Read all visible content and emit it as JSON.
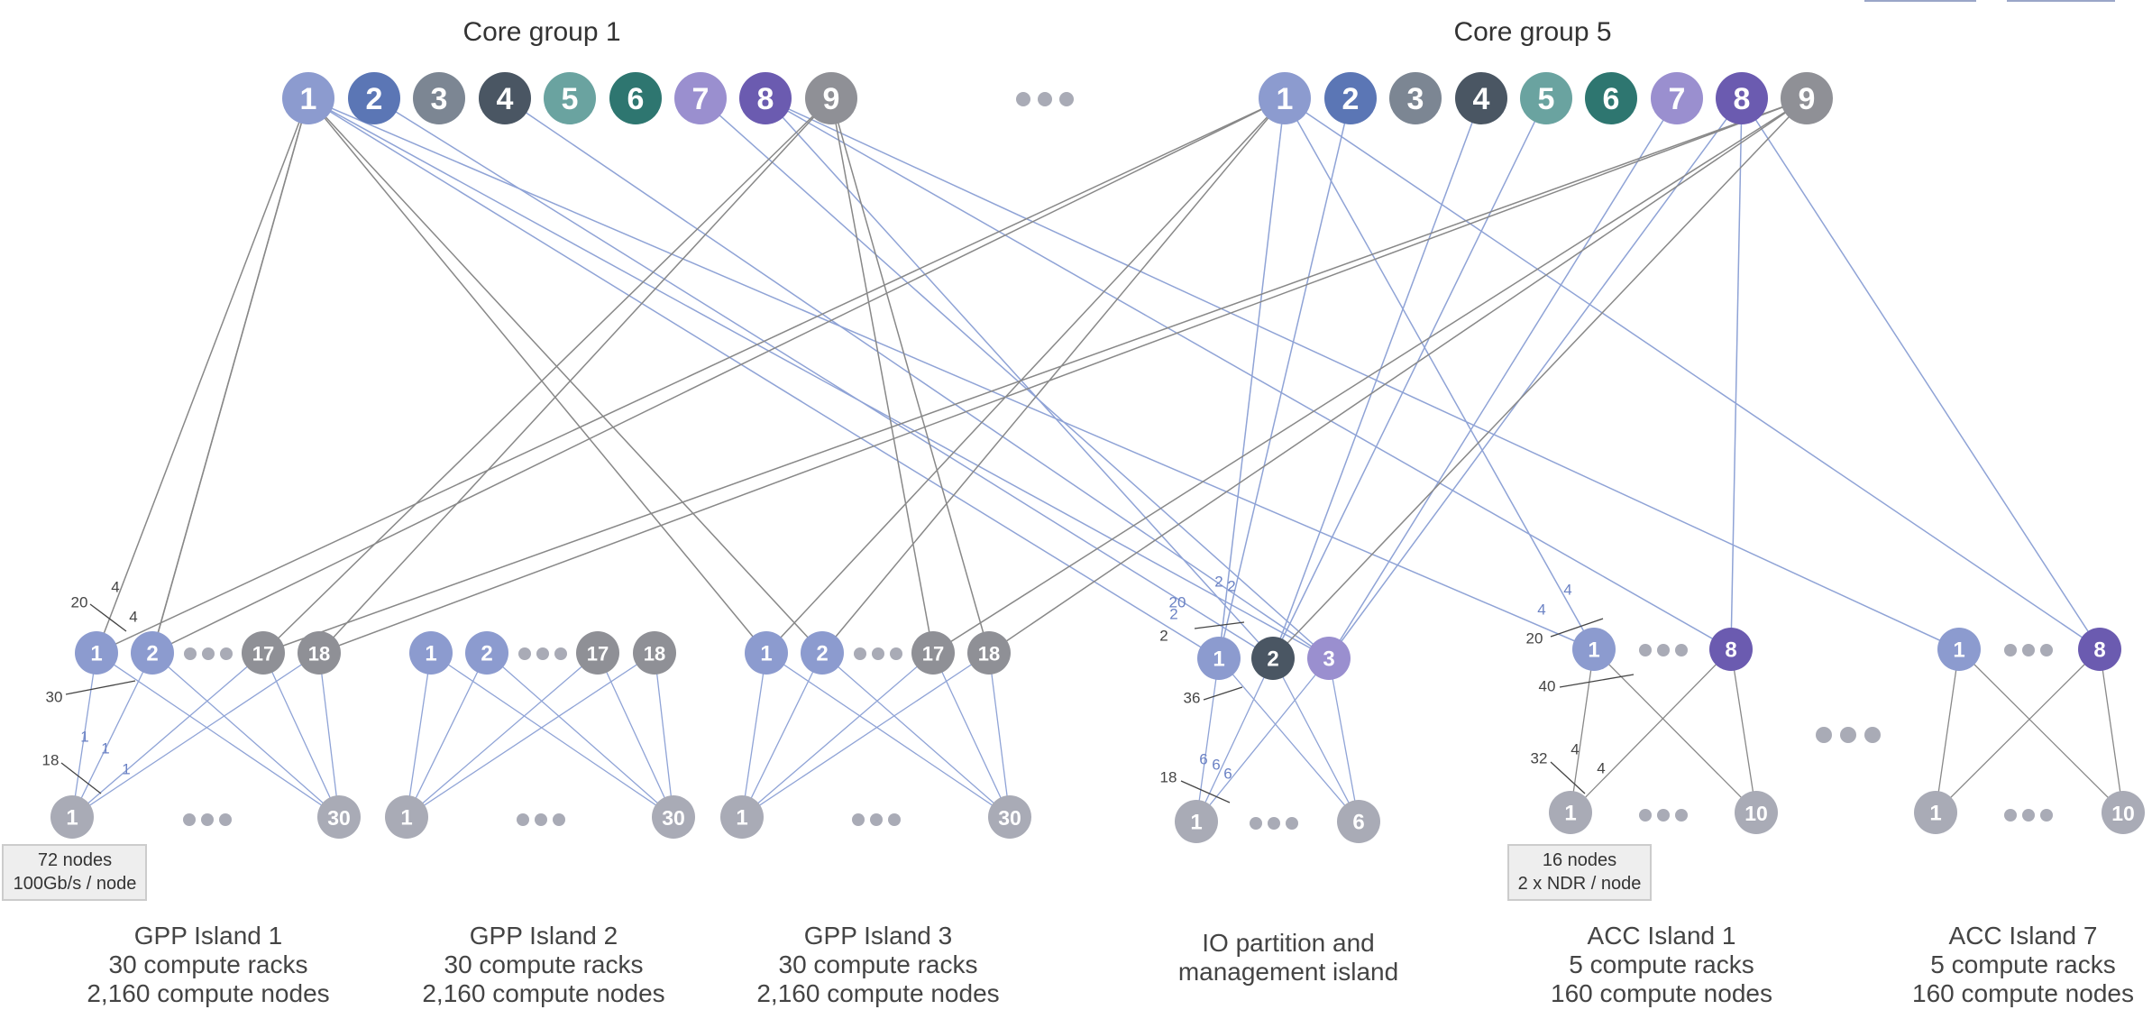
{
  "core_groups": [
    {
      "title": "Core group 1",
      "nodes": [
        "1",
        "2",
        "3",
        "4",
        "5",
        "6",
        "7",
        "8",
        "9"
      ]
    },
    {
      "title": "Core group 5",
      "nodes": [
        "1",
        "2",
        "3",
        "4",
        "5",
        "6",
        "7",
        "8",
        "9"
      ]
    }
  ],
  "colors": {
    "c1": "#8c9bcf",
    "c2": "#5b76b5",
    "c3": "#7c8693",
    "c4": "#4a5663",
    "c5": "#6aa3a0",
    "c6": "#2e7670",
    "c7": "#9a8fcf",
    "c8": "#6b5bb0",
    "c9": "#8f9096",
    "leaf": "#a9abb6",
    "line_gray": "#888888",
    "line_blue": "#8fa3d6",
    "label_blue": "#6b82c4",
    "label_gray": "#444444",
    "box_fill": "#eeeeee",
    "box_border": "#cccccc"
  },
  "islands": [
    {
      "name": "GPP Island 1",
      "line2": "30 compute racks",
      "line3": "2,160 compute nodes",
      "switches": [
        "1",
        "2",
        "17",
        "18"
      ],
      "leaves": [
        "1",
        "30"
      ],
      "box": {
        "line1": "72 nodes",
        "line2": "100Gb/s / node"
      },
      "labels": {
        "a": "4",
        "b": "20",
        "c": "4",
        "d": "30",
        "e": "18",
        "f": "1",
        "g": "1",
        "h": "1"
      }
    },
    {
      "name": "GPP Island 2",
      "line2": "30 compute racks",
      "line3": "2,160 compute nodes",
      "switches": [
        "1",
        "2",
        "17",
        "18"
      ],
      "leaves": [
        "1",
        "30"
      ]
    },
    {
      "name": "GPP Island 3",
      "line2": "30 compute racks",
      "line3": "2,160 compute nodes",
      "switches": [
        "1",
        "2",
        "17",
        "18"
      ],
      "leaves": [
        "1",
        "30"
      ]
    },
    {
      "name": "IO partition and",
      "line2": "management island",
      "line3": "",
      "switches": [
        "1",
        "2",
        "3"
      ],
      "leaves": [
        "1",
        "6"
      ],
      "labels": {
        "a": "2",
        "b": "2",
        "c": "20",
        "d": "2",
        "e": "2",
        "f": "36",
        "g": "18",
        "h": "6",
        "i": "6",
        "j": "6"
      }
    },
    {
      "name": "ACC Island 1",
      "line2": "5 compute racks",
      "line3": "160 compute nodes",
      "switches": [
        "1",
        "8"
      ],
      "leaves": [
        "1",
        "10"
      ],
      "box": {
        "line1": "16 nodes",
        "line2": "2 x NDR / node"
      },
      "labels": {
        "a": "4",
        "b": "4",
        "c": "20",
        "d": "40",
        "e": "32",
        "f": "4",
        "g": "4"
      }
    },
    {
      "name": "ACC Island 7",
      "line2": "5 compute racks",
      "line3": "160 compute nodes",
      "switches": [
        "1",
        "8"
      ],
      "leaves": [
        "1",
        "10"
      ]
    }
  ]
}
